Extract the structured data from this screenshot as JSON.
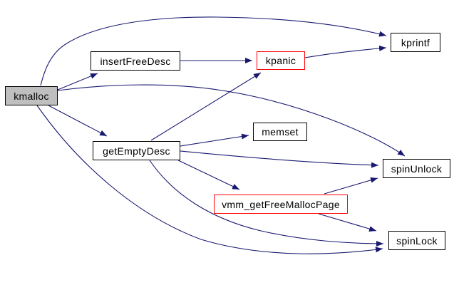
{
  "diagram": {
    "type": "call-graph",
    "colors": {
      "background": "#ffffff",
      "edge": "#191970",
      "node_border": "#000000",
      "highlight_border": "#ff0000",
      "root_fill": "#bfbfbf",
      "node_fill": "#ffffff",
      "text": "#000000"
    },
    "nodes": [
      {
        "id": "kmalloc",
        "label": "kmalloc",
        "role": "root"
      },
      {
        "id": "insertFreeDesc",
        "label": "insertFreeDesc"
      },
      {
        "id": "kpanic",
        "label": "kpanic",
        "highlighted": true
      },
      {
        "id": "kprintf",
        "label": "kprintf"
      },
      {
        "id": "getEmptyDesc",
        "label": "getEmptyDesc"
      },
      {
        "id": "memset",
        "label": "memset"
      },
      {
        "id": "spinUnlock",
        "label": "spinUnlock"
      },
      {
        "id": "vmm_getFreeMallocPage",
        "label": "vmm_getFreeMallocPage",
        "highlighted": true
      },
      {
        "id": "spinLock",
        "label": "spinLock"
      }
    ],
    "edges": [
      {
        "from": "kmalloc",
        "to": "kprintf"
      },
      {
        "from": "kmalloc",
        "to": "insertFreeDesc"
      },
      {
        "from": "kmalloc",
        "to": "spinUnlock"
      },
      {
        "from": "kmalloc",
        "to": "getEmptyDesc"
      },
      {
        "from": "kmalloc",
        "to": "spinLock"
      },
      {
        "from": "insertFreeDesc",
        "to": "kpanic"
      },
      {
        "from": "kpanic",
        "to": "kprintf"
      },
      {
        "from": "getEmptyDesc",
        "to": "kpanic"
      },
      {
        "from": "getEmptyDesc",
        "to": "memset"
      },
      {
        "from": "getEmptyDesc",
        "to": "spinUnlock"
      },
      {
        "from": "getEmptyDesc",
        "to": "vmm_getFreeMallocPage"
      },
      {
        "from": "getEmptyDesc",
        "to": "spinLock"
      },
      {
        "from": "vmm_getFreeMallocPage",
        "to": "spinUnlock"
      },
      {
        "from": "vmm_getFreeMallocPage",
        "to": "spinLock"
      }
    ]
  }
}
